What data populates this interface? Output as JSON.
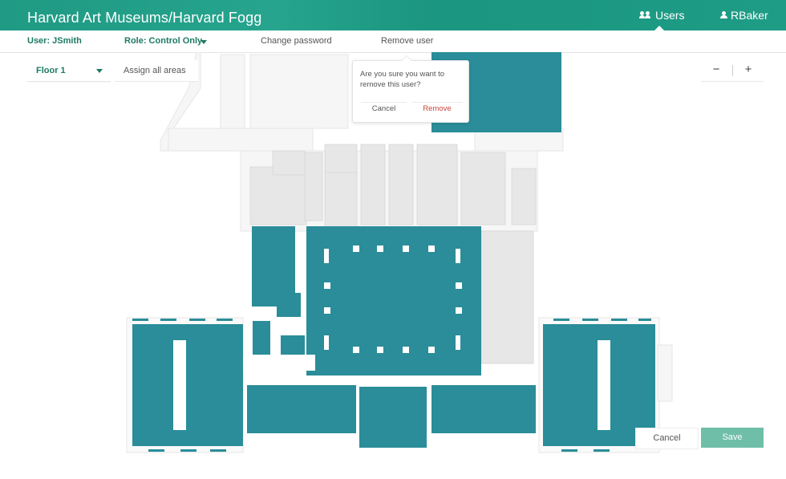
{
  "header": {
    "title": "Harvard Art Museums/Harvard Fogg",
    "nav": {
      "users_label": "Users",
      "current_user": "RBaker"
    }
  },
  "subbar": {
    "user_label": "User: JSmith",
    "role_label": "Role: Control Only",
    "change_password": "Change password",
    "remove_user": "Remove user"
  },
  "map_controls": {
    "floor_select": "Floor 1",
    "assign_all": "Assign all areas",
    "zoom_out": "−",
    "zoom_in": "+"
  },
  "popover": {
    "message": "Are you sure you want to remove this user?",
    "cancel_label": "Cancel",
    "remove_label": "Remove"
  },
  "footer": {
    "cancel_label": "Cancel",
    "save_label": "Save"
  },
  "colors": {
    "brand": "#1f9a83",
    "assigned_area": "#2a8d99",
    "unassigned_area": "#e8e8e8",
    "danger": "#c8453b",
    "save_button": "#6fbea8"
  }
}
